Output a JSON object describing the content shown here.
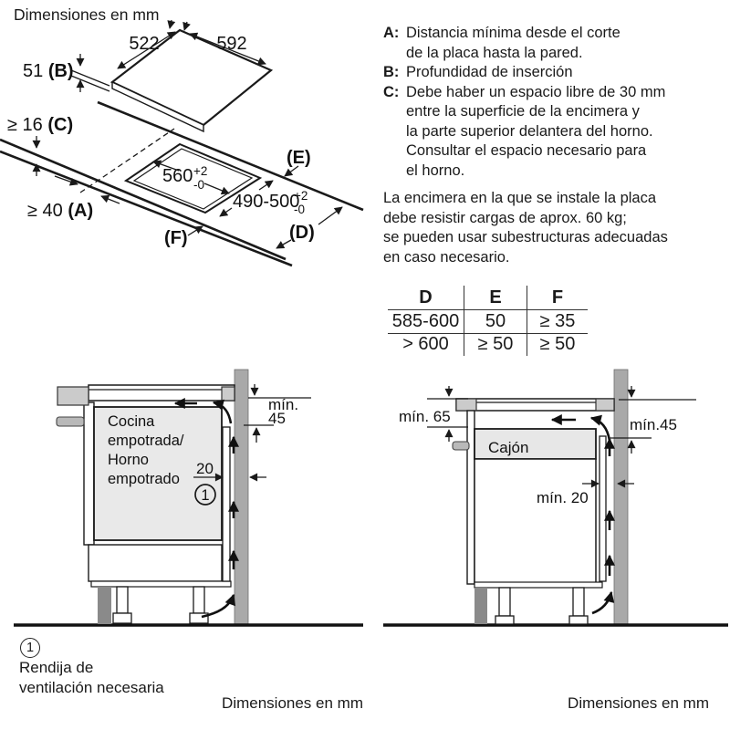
{
  "page": {
    "title": "Dimensiones en mm",
    "caption_left": "Dimensiones en mm",
    "caption_right": "Dimensiones en mm"
  },
  "iso": {
    "dim_depth": "522",
    "dim_width": "592",
    "b_value": "51 ",
    "b_key": "(B)",
    "c_value": "≥ 16 ",
    "c_key": "(C)",
    "a_value": "≥ 40 ",
    "a_key": "(A)",
    "cut_depth": "560",
    "cut_depth_tol_plus": "+2",
    "cut_depth_tol_minus": "-0",
    "cut_width": "490-500",
    "cut_width_tol_plus": "+2",
    "cut_width_tol_minus": "-0",
    "e_key": "(E)",
    "f_key": "(F)",
    "d_key": "(D)"
  },
  "legend": {
    "items": [
      {
        "key": "A:",
        "text": "Distancia mínima desde el corte\nde la placa hasta la pared."
      },
      {
        "key": "B:",
        "text": "Profundidad de inserción"
      },
      {
        "key": "C:",
        "text": "Debe haber un espacio libre de 30 mm\nentre la superficie de la encimera y\nla parte superior delantera del horno.\nConsultar el espacio necesario para\nel horno."
      }
    ],
    "paragraph": "La encimera en la que se instale la placa\ndebe resistir cargas de aprox. 60 kg;\nse pueden usar subestructuras adecuadas\nen caso necesario."
  },
  "table": {
    "headers": [
      "D",
      "E",
      "F"
    ],
    "rows": [
      [
        "585-600",
        "50",
        "≥ 35"
      ],
      [
        "> 600",
        "≥ 50",
        "≥ 50"
      ]
    ]
  },
  "left_diagram": {
    "appliance": [
      "Cocina",
      "empotrada/",
      "Horno",
      "empotrado"
    ],
    "min45_word": "mín.",
    "min45_value": "45",
    "gap": "20",
    "vent_marker": "1"
  },
  "right_diagram": {
    "drawer": "Cajón",
    "min65": "mín. 65",
    "min45": "mín.45",
    "min20": "mín. 20"
  },
  "footnote": {
    "marker": "1",
    "text": "Rendija de\nventilación necesaria"
  },
  "colors": {
    "line": "#1a1a1a",
    "appliance_fill": "#e9e9e9",
    "wall": "#a9a9a9",
    "post": "#8a8a8a",
    "block": "#cbcbcb"
  }
}
